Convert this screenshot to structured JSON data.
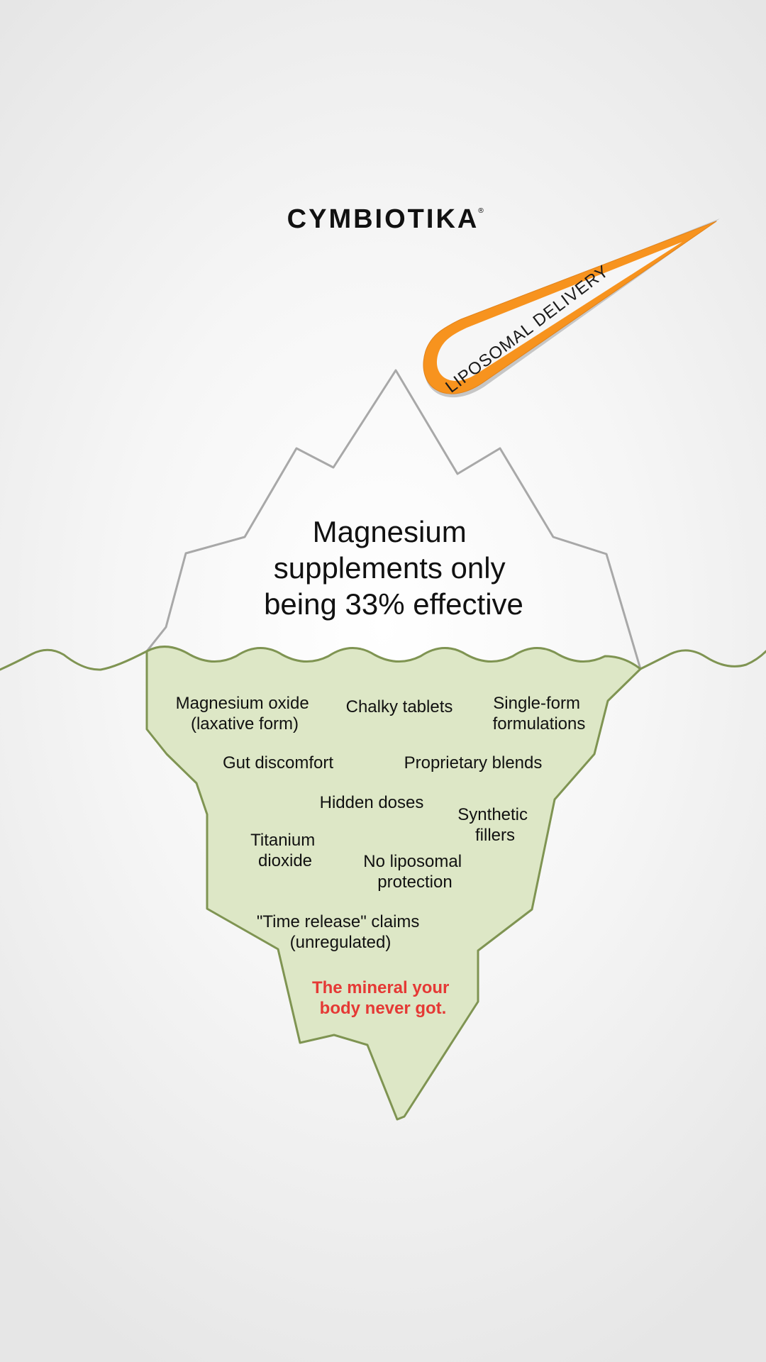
{
  "brand": {
    "name": "CYMBIOTIKA",
    "mark": "®"
  },
  "rocket": {
    "label": "LIPOSOMAL DELIVERY"
  },
  "tip": {
    "lines": [
      "Magnesium",
      "supplements only",
      "being 33% effective"
    ]
  },
  "items": [
    {
      "id": "magnesium-oxide",
      "lines": [
        "Magnesium oxide",
        "(laxative form)"
      ]
    },
    {
      "id": "chalky-tablets",
      "lines": [
        "Chalky tablets"
      ]
    },
    {
      "id": "single-form",
      "lines": [
        "Single-form",
        "formulations"
      ]
    },
    {
      "id": "gut-discomfort",
      "lines": [
        "Gut discomfort"
      ]
    },
    {
      "id": "proprietary-blends",
      "lines": [
        "Proprietary blends"
      ]
    },
    {
      "id": "hidden-doses",
      "lines": [
        "Hidden doses"
      ]
    },
    {
      "id": "synthetic-fillers",
      "lines": [
        "Synthetic",
        "fillers"
      ]
    },
    {
      "id": "titanium-dioxide",
      "lines": [
        "Titanium",
        "dioxide"
      ]
    },
    {
      "id": "no-liposomal",
      "lines": [
        "No liposomal",
        "protection"
      ]
    },
    {
      "id": "time-release",
      "lines": [
        "\"Time release\" claims",
        "(unregulated)"
      ]
    }
  ],
  "conclusion": {
    "lines": [
      "The mineral your",
      "body never got."
    ]
  },
  "colors": {
    "underwater_fill": "#dde7c6",
    "underwater_stroke": "#7f9452",
    "tip_stroke": "#a8a8a8",
    "rocket_orange": "#f7931e",
    "conclusion_red": "#e53935"
  }
}
